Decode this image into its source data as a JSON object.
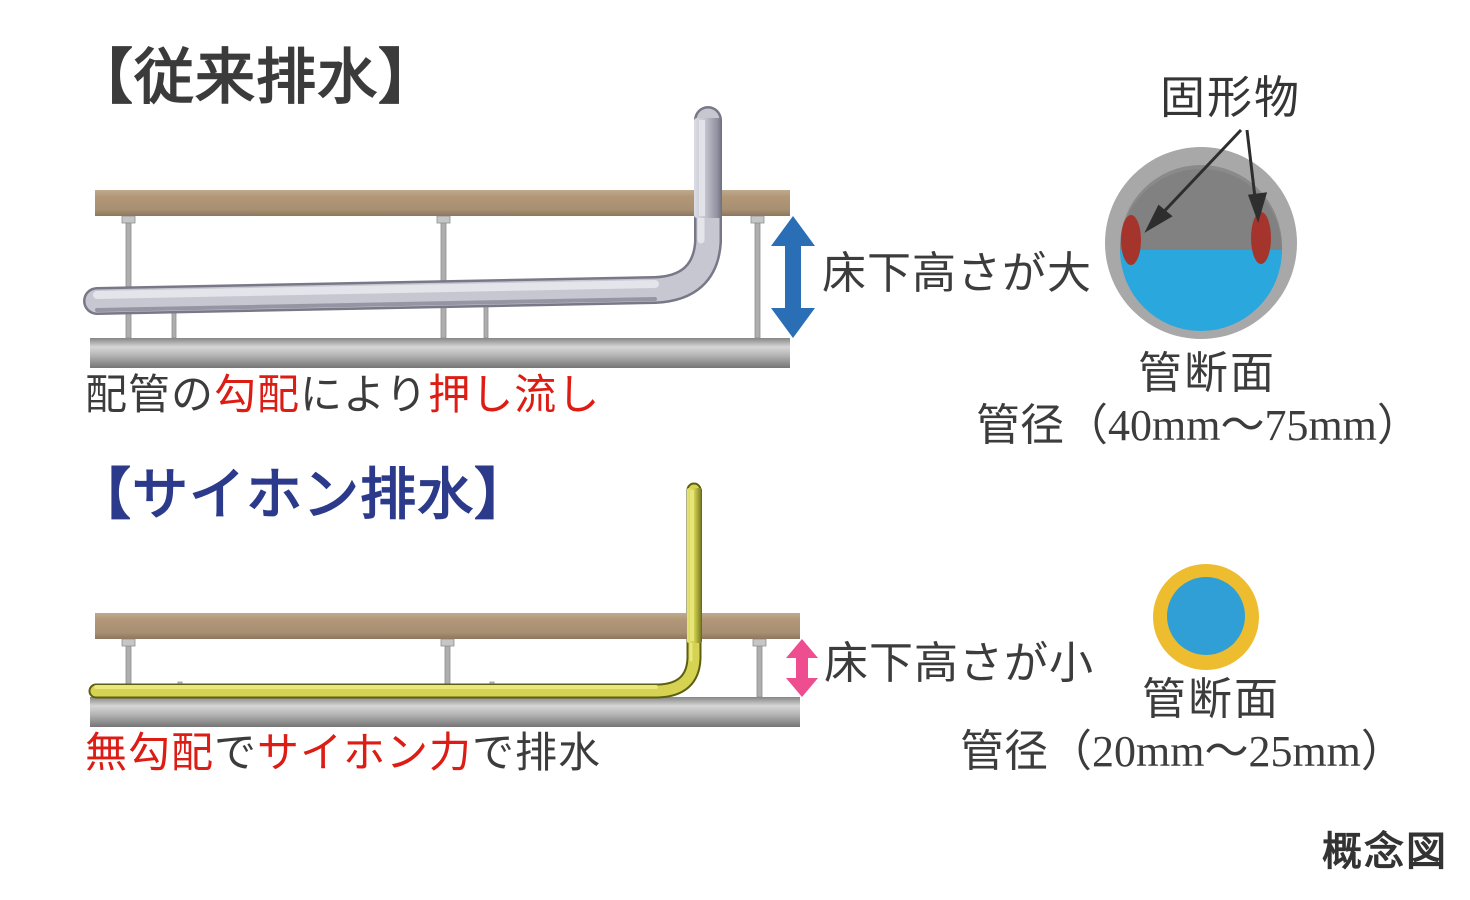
{
  "caption_bottom_right": "概念図",
  "colors": {
    "accent_red": "#dd1c14",
    "title_dark": "#3b3b3b",
    "title_navy": "#2b3a8a",
    "arrow_blue": "#2a6fb6",
    "arrow_pink": "#ee4d90",
    "water_blue": "#2aa7dc",
    "pipe_silver": "#c7c7d2",
    "pipe_yellow": "#d5d351",
    "ring_yellow": "#eebd2f",
    "solid_red": "#a5352c",
    "floor_tan": "#ad9277",
    "slab_gray": "#b9b9b9"
  },
  "conventional": {
    "title": "【従来排水】",
    "caption": [
      {
        "text": "配管の",
        "emphasis": false
      },
      {
        "text": "勾配",
        "emphasis": true
      },
      {
        "text": "により",
        "emphasis": false
      },
      {
        "text": "押し流し",
        "emphasis": true
      }
    ],
    "height_label": "床下高さが大",
    "solids_label": "固形物",
    "section_label": "管断面",
    "diameter_label": "管径（40mm～75mm）"
  },
  "siphon": {
    "title": "【サイホン排水】",
    "caption": [
      {
        "text": "無勾配",
        "emphasis": true
      },
      {
        "text": "で",
        "emphasis": false
      },
      {
        "text": "サイホン力",
        "emphasis": true
      },
      {
        "text": "で排水",
        "emphasis": false
      }
    ],
    "height_label": "床下高さが小",
    "section_label": "管断面",
    "diameter_label": "管径（20mm～25mm）"
  }
}
